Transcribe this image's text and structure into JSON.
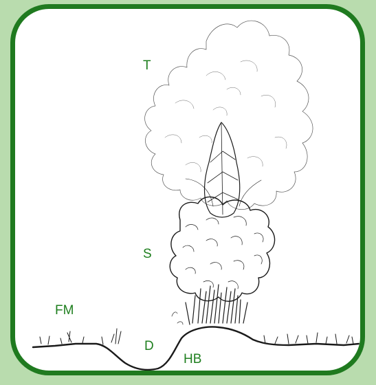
{
  "labels": {
    "t": "T",
    "s": "S",
    "fm": "FM",
    "d": "D",
    "hb": "HB"
  },
  "colors": {
    "border": "#1f7a1f",
    "label": "#1f7f1f",
    "background": "#b9dcae",
    "panel": "#ffffff",
    "ink": "#1a1a1a"
  },
  "icons": {
    "illustration": "hedge-cross-section-illustration"
  }
}
